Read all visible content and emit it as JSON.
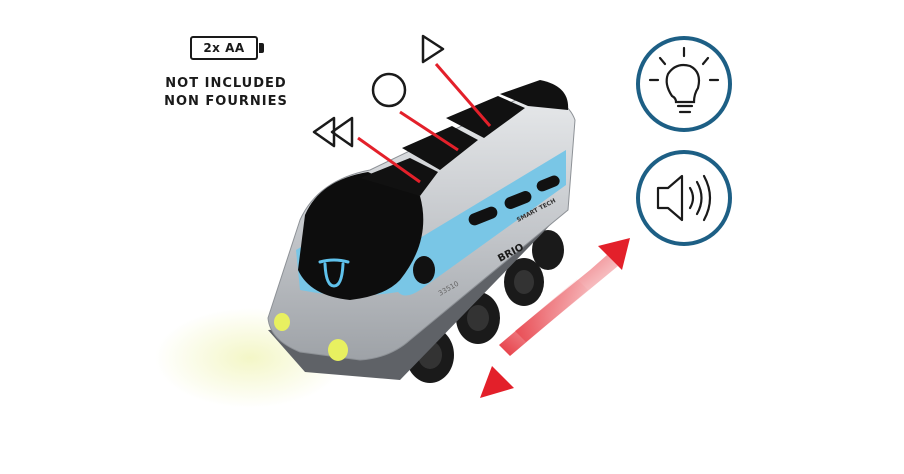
{
  "battery": {
    "label": "2x AA",
    "note_line1": "NOT INCLUDED",
    "note_line2": "NON FOURNIES"
  },
  "controls": {
    "play_icon": "play-icon",
    "stop_icon": "stop-circle-icon",
    "reverse_icon": "rewind-icon"
  },
  "features": {
    "light_icon": "light-bulb-icon",
    "sound_icon": "speaker-icon",
    "ring_color": "#1d5f85"
  },
  "train": {
    "brand": "BRIO",
    "model_number": "33510",
    "badge": "SMART TECH",
    "body_color": "#c9ccd0",
    "stripe_color": "#79c6e6",
    "cab_color": "#0d0d0d"
  },
  "motion_arrow": {
    "color": "#e3202a",
    "icon": "bidirectional-arrow-icon"
  },
  "callout_color": "#e3202a"
}
